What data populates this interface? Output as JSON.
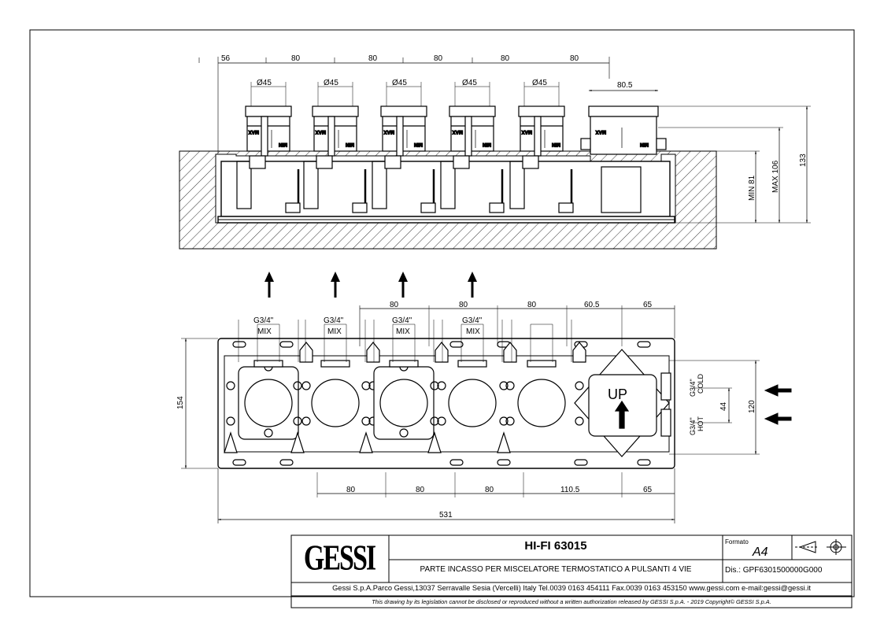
{
  "title_block": {
    "logo_text": "GESSI",
    "product": "HI-FI 63015",
    "description": "PARTE INCASSO PER MISCELATORE TERMOSTATICO A PULSANTI 4 VIE",
    "format_label": "Formato",
    "format_value": "A4",
    "drawing_number": "Dis.: GPF6301500000G000",
    "company_line": "Gessi S.p.A.Parco Gessi,13037 Serravalle Sesia (Vercelli) Italy Tel.0039 0163 454111 Fax.0039 0163 453150 www.gessi.com e-mail:gessi@gessi.it",
    "copyright": "This drawing by its legislation cannot be disclosed or reproduced without a written authorization released by GESSI S.p.A. - 2019 Copyright© GESSI S.p.A."
  },
  "top_view": {
    "spacing_dims": [
      "56",
      "80",
      "80",
      "80",
      "80",
      "80"
    ],
    "diameter_labels": [
      "Ø45",
      "Ø45",
      "Ø45",
      "Ø45",
      "Ø45"
    ],
    "last_width": "80.5",
    "max_label": "MAX",
    "min_label": "MIN",
    "dim_min": "MIN 81",
    "dim_max": "MAX 106",
    "dim_total": "133"
  },
  "front_view": {
    "top_dims": [
      "80",
      "80",
      "80",
      "60.5",
      "65"
    ],
    "outlet_thread": "G3/4\"",
    "outlet_label": "MIX",
    "up_label": "UP",
    "cold_thread": "G3/4\"",
    "cold_label": "COLD",
    "hot_thread": "G3/4\"",
    "hot_label": "HOT",
    "bottom_dims": [
      "80",
      "80",
      "80",
      "110.5",
      "65"
    ],
    "overall_width": "531",
    "overall_height": "154",
    "inlet_span": "120",
    "inlet_spacing": "44"
  }
}
